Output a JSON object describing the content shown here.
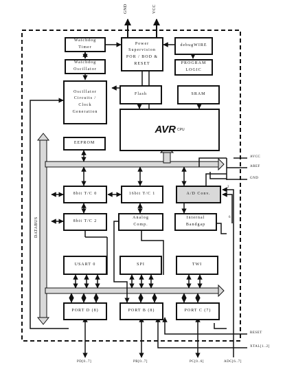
{
  "power_pins": {
    "gnd": "GND",
    "vcc": "VCC"
  },
  "blocks": {
    "watchdog_timer": "Watchdog\nTimer",
    "watchdog_oscillator": "Watchdog\nOscillator",
    "oscillator_circuits": "Oscillator\nCircuits /\nClock\nGeneration",
    "power_supervision": "Power\nSupervision\nPOR / BOD &\nRESET",
    "debugwire": "debugWIRE",
    "program_logic": "PROGRAM\nLOGIC",
    "flash": "Flash",
    "sram": "SRAM",
    "cpu_logo": "AVR",
    "cpu_suffix": "CPU",
    "eeprom": "EEPROM",
    "timer0": "8bit T/C 0",
    "timer1": "16bit T/C 1",
    "adc": "A/D Conv.",
    "timer2": "8bit T/C 2",
    "analog_comp": "Analog\nComp.",
    "internal_bandgap": "Internal\nBandgap",
    "usart": "USART 0",
    "spi": "SPI",
    "twi": "TWI",
    "port_d": "PORT D (8)",
    "port_b": "PORT B (8)",
    "port_c": "PORT C (7)"
  },
  "bus_label": "DATABUS",
  "analog_signals": [
    "AVCC",
    "AREF",
    "GND"
  ],
  "adc_bus_widths": [
    "2",
    "6"
  ],
  "external_signals": {
    "reset": "RESET",
    "xtal": "XTAL[1..2]"
  },
  "port_pins": [
    "PD[0..7]",
    "PB[0..7]",
    "PC[0..6]",
    "ADC[6..7]"
  ]
}
